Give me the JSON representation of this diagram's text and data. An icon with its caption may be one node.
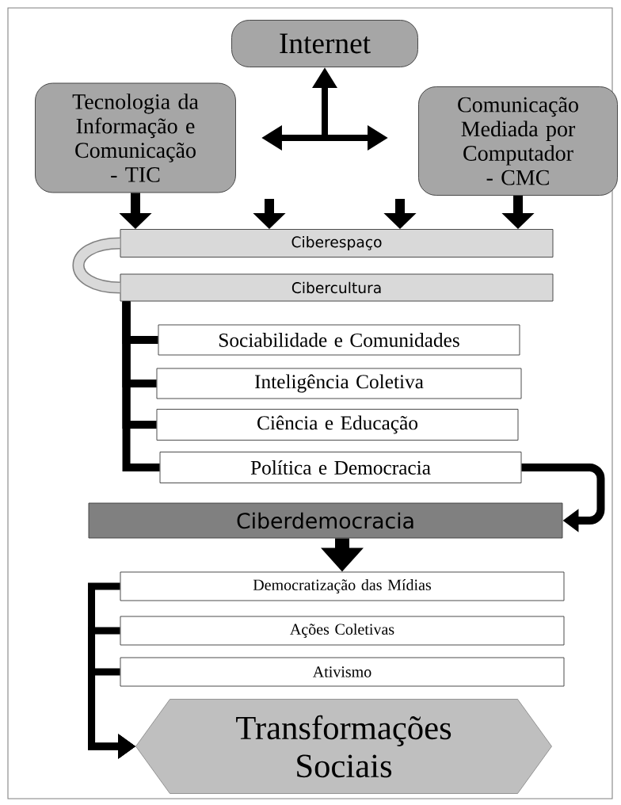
{
  "diagram": {
    "nodes": [
      {
        "text": [
          "Internet"
        ]
      },
      {
        "text": [
          "Tecnologia da Informação e Comunicação - TIC"
        ]
      },
      {
        "text": [
          "Comunicação Mediada por Computador - CMC"
        ]
      },
      {
        "text": [
          "Ciberespaço"
        ]
      },
      {
        "text": [
          "Cibercultura"
        ]
      },
      {
        "text": [
          "Sociabilidade e Comunidades"
        ]
      },
      {
        "text": [
          "Inteligência Coletiva"
        ]
      },
      {
        "text": [
          "Ciência e Educação"
        ]
      },
      {
        "text": [
          "Política e Democracia"
        ]
      },
      {
        "text": [
          "Ciberdemocracia"
        ]
      },
      {
        "text": [
          "Democratização das Mídias"
        ]
      },
      {
        "text": [
          "Ações Coletivas"
        ]
      },
      {
        "text": [
          "Ativismo"
        ]
      },
      {
        "text": [
          "Transformações Sociais"
        ]
      }
    ],
    "edges": [
      {
        "from": 1,
        "to": 2,
        "arrow": "both"
      },
      {
        "from": null,
        "to": 0,
        "arrow": "to"
      },
      {
        "from": 1,
        "to": 3,
        "arrow": "to"
      },
      {
        "from": null,
        "to": 3,
        "arrow": "to"
      },
      {
        "from": null,
        "to": 3,
        "arrow": "to"
      },
      {
        "from": 2,
        "to": 3,
        "arrow": "to"
      },
      {
        "from": 3,
        "to": 4,
        "arrow": "none",
        "color": "#808080"
      },
      {
        "from": 4,
        "to": 5,
        "arrow": "none"
      },
      {
        "from": 4,
        "to": 6,
        "arrow": "none"
      },
      {
        "from": 4,
        "to": 7,
        "arrow": "none"
      },
      {
        "from": 4,
        "to": 8,
        "arrow": "none"
      },
      {
        "from": 8,
        "to": 9,
        "arrow": "to"
      },
      {
        "from": 9,
        "to": 10,
        "arrow": "to",
        "style": "thick"
      },
      {
        "from": 10,
        "to": 13,
        "arrow": "to"
      },
      {
        "from": 11,
        "to": 13,
        "arrow": "to"
      },
      {
        "from": 12,
        "to": 13,
        "arrow": "to"
      }
    ]
  }
}
